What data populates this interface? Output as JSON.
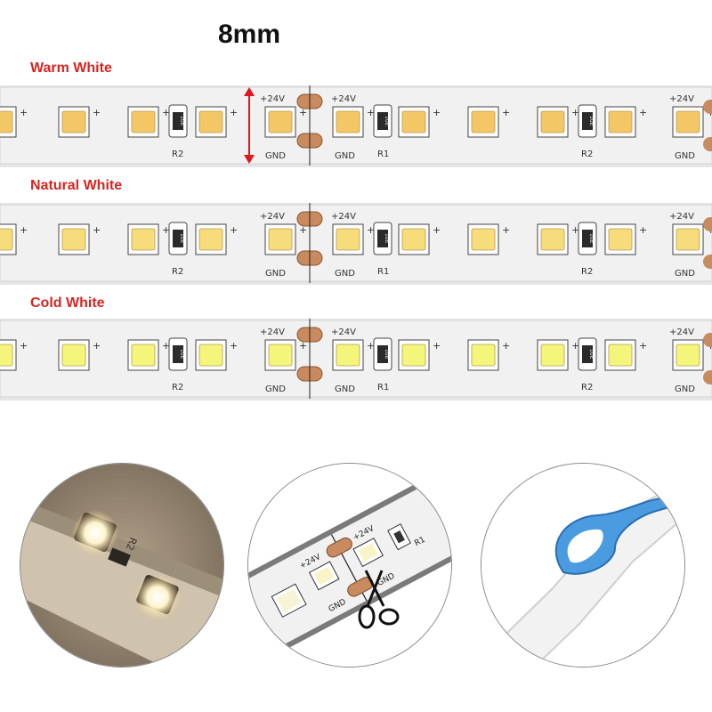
{
  "title": "8mm",
  "strips": [
    {
      "label": "Warm White",
      "led_color": "#f4c766",
      "led_glow": "#fbe6a6"
    },
    {
      "label": "Natural White",
      "led_color": "#f6dc7a",
      "led_glow": "#fdf1bc"
    },
    {
      "label": "Cold White",
      "led_color": "#f3f67a",
      "led_glow": "#fbfdcb"
    }
  ],
  "pcb_text": {
    "plus24v": "+24V",
    "gnd": "GND",
    "r1": "R1",
    "r2": "R2",
    "resistor": "10E",
    "plus": "+"
  },
  "colors": {
    "label_red": "#d8241f",
    "pcb": "#f1f1f1",
    "copper": "#c98a5e",
    "dim_arrow": "#e0171c",
    "tape_blue": "#4a9be0"
  }
}
